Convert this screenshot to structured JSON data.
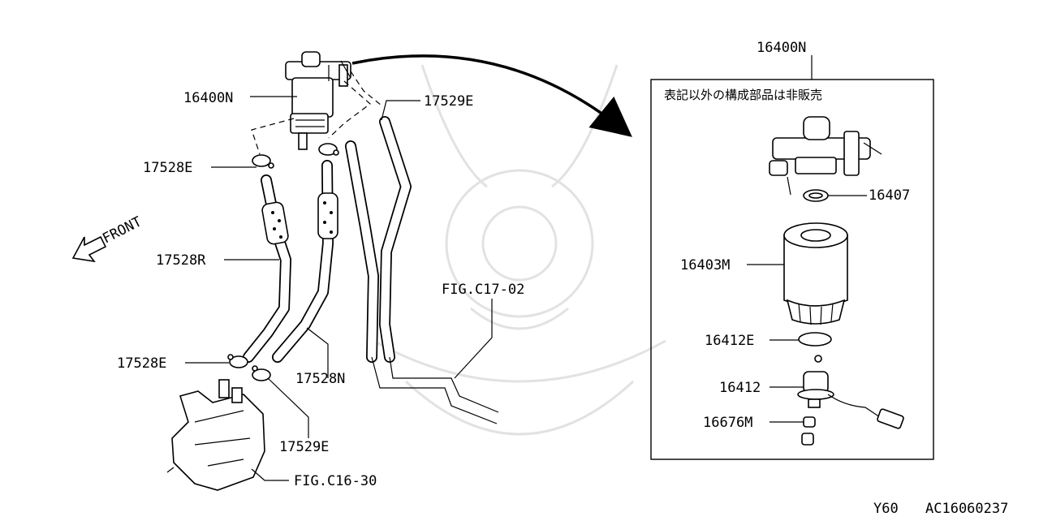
{
  "labels": {
    "main_assembly": "16400N",
    "box_assembly": "16400N",
    "clip_upper_right": "17529E",
    "clamp_upper_left": "17528E",
    "hose_left": "17528R",
    "clamp_lower_left": "17528E",
    "hose_right": "17528N",
    "clip_lower": "17529E",
    "ref_top": "FIG.C17-02",
    "ref_bottom": "FIG.C16-30",
    "gasket": "16407",
    "filter": "16403M",
    "oring": "16412E",
    "sensor": "16412",
    "cap": "16676M",
    "front": "FRONT"
  },
  "box_note": "表記以外の構成部品は非販売",
  "footer": {
    "model": "Y60",
    "code": "AC16060237"
  },
  "icons": [
    "front-arrow-icon",
    "curved-arrow-icon"
  ]
}
